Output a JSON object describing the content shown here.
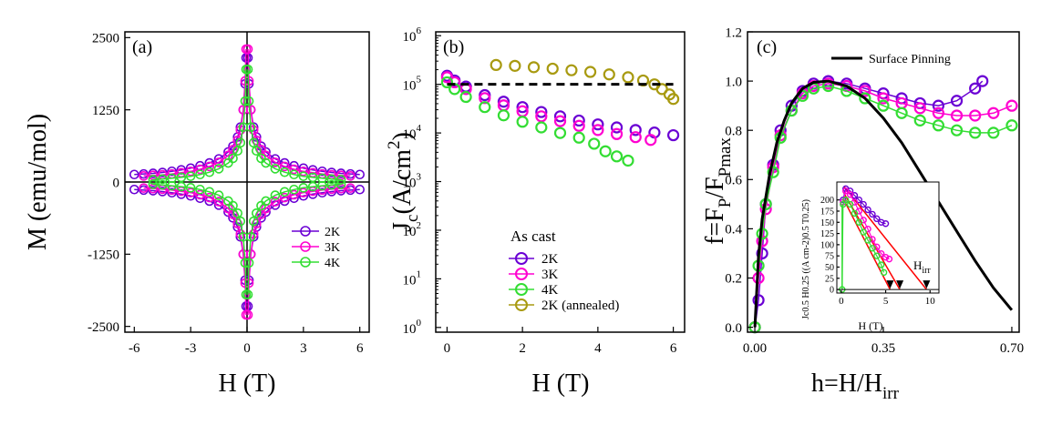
{
  "colors": {
    "2K": "#6a00d4",
    "3K": "#ff00d0",
    "4K": "#33dd33",
    "annealed": "#a89a10",
    "line": "#000000",
    "redline": "#ff0000"
  },
  "chart_data": [
    {
      "id": "a",
      "type": "scatter",
      "panel_label": "(a)",
      "xlabel": "H (T)",
      "ylabel": "M (emu/mol)",
      "xlim": [
        -6.5,
        6.5
      ],
      "ylim": [
        -2600,
        2600
      ],
      "xticks": [
        -6,
        -3,
        0,
        3,
        6
      ],
      "xtick_labels": [
        "-6",
        "-3",
        "0",
        "3",
        "6"
      ],
      "yticks": [
        -2500,
        -1250,
        0,
        1250,
        2500
      ],
      "ytick_labels": [
        "-2500",
        "-1250",
        "0",
        "1250",
        "2500"
      ],
      "legend": {
        "position": "right",
        "entries": [
          "2K",
          "3K",
          "4K"
        ]
      },
      "series": [
        {
          "name": "2K",
          "color_key": "2K",
          "x": [
            0.05,
            0.1,
            0.2,
            0.35,
            0.5,
            0.75,
            1.0,
            1.5,
            2.0,
            2.5,
            3.0,
            3.5,
            4.0,
            4.5,
            5.0,
            5.5,
            6.0
          ],
          "y": [
            2150,
            1700,
            1250,
            950,
            780,
            620,
            520,
            400,
            330,
            280,
            240,
            210,
            185,
            165,
            150,
            140,
            130
          ]
        },
        {
          "name": "3K",
          "color_key": "3K",
          "x": [
            0.05,
            0.1,
            0.2,
            0.35,
            0.5,
            0.75,
            1.0,
            1.5,
            2.0,
            2.5,
            3.0,
            3.5,
            4.0,
            4.5,
            5.0,
            5.5
          ],
          "y": [
            2300,
            1750,
            1250,
            900,
            720,
            560,
            460,
            340,
            270,
            220,
            185,
            160,
            140,
            125,
            115,
            105
          ]
        },
        {
          "name": "4K",
          "color_key": "4K",
          "x": [
            0.05,
            0.1,
            0.2,
            0.35,
            0.5,
            0.75,
            1.0,
            1.5,
            2.0,
            2.5,
            3.0,
            3.5,
            4.0,
            4.5,
            5.0
          ],
          "y": [
            1950,
            1400,
            950,
            680,
            540,
            410,
            330,
            230,
            170,
            130,
            100,
            80,
            65,
            50,
            40
          ]
        }
      ]
    },
    {
      "id": "b",
      "type": "scatter",
      "panel_label": "(b)",
      "xlabel": "H (T)",
      "ylabel": "Jc(A/cm2)",
      "ylabel_main": "J",
      "ylabel_sub": "c",
      "ylabel_rest": "(A/cm",
      "ylabel_sup": "2",
      "ylabel_end": ")",
      "yscale": "log",
      "xlim": [
        -0.3,
        6.3
      ],
      "ylim": [
        0.8,
        1200000
      ],
      "xticks": [
        0,
        2,
        4,
        6
      ],
      "xtick_labels": [
        "0",
        "2",
        "4",
        "6"
      ],
      "yticks_exp": [
        0,
        1,
        2,
        3,
        4,
        5,
        6
      ],
      "ytick_base": "10",
      "reference_line": {
        "y": 100000,
        "style": "dashed"
      },
      "legend": {
        "position": "center",
        "title": "As cast",
        "entries": [
          "2K",
          "3K",
          "4K",
          "2K (annealed)"
        ]
      },
      "series": [
        {
          "name": "2K",
          "color_key": "2K",
          "x": [
            0,
            0.2,
            0.5,
            1,
            1.5,
            2,
            2.5,
            3,
            3.5,
            4,
            4.5,
            5,
            5.5,
            6
          ],
          "y": [
            150000,
            120000,
            90000,
            60000,
            44000,
            34000,
            27000,
            22000,
            18000,
            15000,
            13000,
            11500,
            10200,
            9000
          ]
        },
        {
          "name": "3K",
          "color_key": "3K",
          "x": [
            0,
            0.2,
            0.5,
            1,
            1.5,
            2,
            2.5,
            3,
            3.5,
            4,
            4.5,
            5,
            5.4
          ],
          "y": [
            140000,
            110000,
            80000,
            52000,
            37000,
            28000,
            22000,
            17500,
            14000,
            11500,
            9500,
            8200,
            7200
          ]
        },
        {
          "name": "4K",
          "color_key": "4K",
          "x": [
            0,
            0.2,
            0.5,
            1,
            1.5,
            2,
            2.5,
            3,
            3.5,
            3.9,
            4.2,
            4.5,
            4.8
          ],
          "y": [
            110000,
            80000,
            55000,
            34000,
            23000,
            17000,
            13000,
            10000,
            8000,
            6000,
            4200,
            3300,
            2700
          ]
        },
        {
          "name": "2K (annealed)",
          "color_key": "annealed",
          "x": [
            1.3,
            1.8,
            2.3,
            2.8,
            3.3,
            3.8,
            4.3,
            4.8,
            5.2,
            5.5,
            5.7,
            5.9,
            6.0
          ],
          "y": [
            250000,
            240000,
            225000,
            210000,
            195000,
            180000,
            160000,
            140000,
            120000,
            100000,
            80000,
            62000,
            50000
          ]
        }
      ]
    },
    {
      "id": "c",
      "type": "scatter",
      "panel_label": "(c)",
      "xlabel": "h=H/Hirr",
      "xlabel_main": "h=H/H",
      "xlabel_sub": "irr",
      "ylabel": "f=FP/FPmax",
      "ylabel_parts": [
        "f=F",
        "P",
        "/F",
        "Pmax"
      ],
      "xlim": [
        -0.02,
        0.72
      ],
      "ylim": [
        -0.02,
        1.2
      ],
      "xticks": [
        0.0,
        0.35,
        0.7
      ],
      "xtick_labels": [
        "0.00",
        "0.35",
        "0.70"
      ],
      "yticks": [
        0.0,
        0.2,
        0.4,
        0.6,
        0.8,
        1.0,
        1.2
      ],
      "ytick_labels": [
        "0.0",
        "0.2",
        "0.4",
        "0.6",
        "0.8",
        "1.0",
        "1.2"
      ],
      "legend": {
        "position": "top-right",
        "entries": [
          "Surface Pinning"
        ]
      },
      "line_series": {
        "name": "Surface Pinning",
        "x": [
          0.0,
          0.01,
          0.02,
          0.04,
          0.06,
          0.08,
          0.1,
          0.13,
          0.16,
          0.2,
          0.25,
          0.3,
          0.35,
          0.4,
          0.45,
          0.5,
          0.55,
          0.6,
          0.65,
          0.7
        ],
        "y": [
          0.0,
          0.29,
          0.44,
          0.62,
          0.75,
          0.84,
          0.91,
          0.97,
          0.995,
          1.0,
          0.98,
          0.93,
          0.85,
          0.75,
          0.63,
          0.51,
          0.39,
          0.27,
          0.16,
          0.07
        ]
      },
      "series": [
        {
          "name": "2K",
          "color_key": "2K",
          "x": [
            0.0,
            0.01,
            0.02,
            0.03,
            0.05,
            0.07,
            0.1,
            0.13,
            0.16,
            0.2,
            0.25,
            0.3,
            0.35,
            0.4,
            0.45,
            0.5,
            0.55,
            0.6,
            0.62
          ],
          "y": [
            0.0,
            0.11,
            0.3,
            0.5,
            0.66,
            0.8,
            0.9,
            0.96,
            0.99,
            1.0,
            0.99,
            0.97,
            0.95,
            0.93,
            0.91,
            0.9,
            0.92,
            0.97,
            1.0
          ]
        },
        {
          "name": "3K",
          "color_key": "3K",
          "x": [
            0.0,
            0.01,
            0.02,
            0.03,
            0.05,
            0.07,
            0.1,
            0.13,
            0.16,
            0.2,
            0.25,
            0.3,
            0.35,
            0.4,
            0.45,
            0.5,
            0.55,
            0.6,
            0.65,
            0.7
          ],
          "y": [
            0.0,
            0.2,
            0.35,
            0.48,
            0.65,
            0.78,
            0.88,
            0.95,
            0.98,
            0.99,
            0.98,
            0.96,
            0.93,
            0.91,
            0.89,
            0.87,
            0.86,
            0.86,
            0.87,
            0.9
          ]
        },
        {
          "name": "4K",
          "color_key": "4K",
          "x": [
            0.0,
            0.01,
            0.02,
            0.03,
            0.05,
            0.07,
            0.1,
            0.13,
            0.16,
            0.2,
            0.25,
            0.3,
            0.35,
            0.4,
            0.45,
            0.5,
            0.55,
            0.6,
            0.65,
            0.7
          ],
          "y": [
            0.0,
            0.25,
            0.38,
            0.5,
            0.63,
            0.77,
            0.88,
            0.94,
            0.97,
            0.98,
            0.96,
            0.93,
            0.9,
            0.87,
            0.84,
            0.82,
            0.8,
            0.79,
            0.79,
            0.82
          ]
        }
      ],
      "inset": {
        "xlabel": "H (T)",
        "ylabel": "Jc0.5 H0.25 ((A cm-2)0.5 T0.25)",
        "annotation_main": "H",
        "annotation_sub": "irr",
        "xlim": [
          -0.5,
          11
        ],
        "ylim": [
          -8,
          240
        ],
        "xticks": [
          0,
          5,
          10
        ],
        "xtick_labels": [
          "0",
          "5",
          "10"
        ],
        "yticks": [
          0,
          25,
          50,
          75,
          100,
          125,
          150,
          175,
          200
        ],
        "ytick_labels": [
          "0",
          "25",
          "50",
          "75",
          "100",
          "125",
          "150",
          "175",
          "200"
        ],
        "series": [
          {
            "name": "2K",
            "color_key": "2K",
            "x": [
              0.2,
              0.5,
              1,
              1.5,
              2,
              2.5,
              3,
              3.5,
              4,
              4.5,
              5
            ],
            "y": [
              200,
              225,
              220,
              210,
              200,
              190,
              178,
              168,
              158,
              150,
              147
            ]
          },
          {
            "name": "3K",
            "color_key": "3K",
            "x": [
              0.2,
              0.5,
              1,
              1.5,
              2,
              2.5,
              3,
              3.5,
              4,
              4.5,
              5,
              5.4
            ],
            "y": [
              195,
              220,
              212,
              195,
              175,
              155,
              135,
              112,
              95,
              80,
              72,
              68
            ]
          },
          {
            "name": "4K",
            "color_key": "4K",
            "x": [
              0.1,
              0.2,
              0.5,
              1,
              1.5,
              2,
              2.5,
              3,
              3.5,
              4,
              4.5,
              4.8
            ],
            "y": [
              0,
              190,
              200,
              190,
              170,
              150,
              128,
              110,
              92,
              75,
              55,
              38
            ]
          }
        ],
        "fit_lines": [
          {
            "x": [
              0.3,
              9.6
            ],
            "y": [
              230,
              0
            ]
          },
          {
            "x": [
              0.3,
              6.6
            ],
            "y": [
              215,
              0
            ]
          },
          {
            "x": [
              0.3,
              5.5
            ],
            "y": [
              200,
              0
            ]
          }
        ],
        "markers_x": [
          5.5,
          6.6,
          9.6
        ]
      }
    }
  ]
}
